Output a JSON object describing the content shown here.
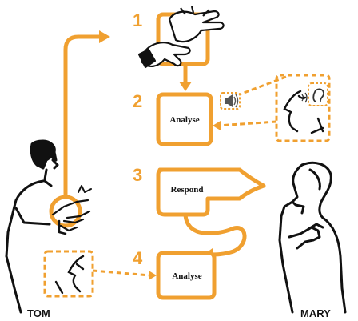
{
  "colors": {
    "accent": "#f0a030",
    "ink": "#111111",
    "background": "#ffffff"
  },
  "steps": [
    {
      "number": "1"
    },
    {
      "number": "2",
      "label": "Analyse"
    },
    {
      "number": "3",
      "label": "Respond"
    },
    {
      "number": "4",
      "label": "Analyse"
    }
  ],
  "people": {
    "left": {
      "name": "TOM"
    },
    "right": {
      "name": "MARY"
    }
  },
  "icons": [
    "sign-hands-icon",
    "sound-icon",
    "ear-icon",
    "face-icon"
  ]
}
